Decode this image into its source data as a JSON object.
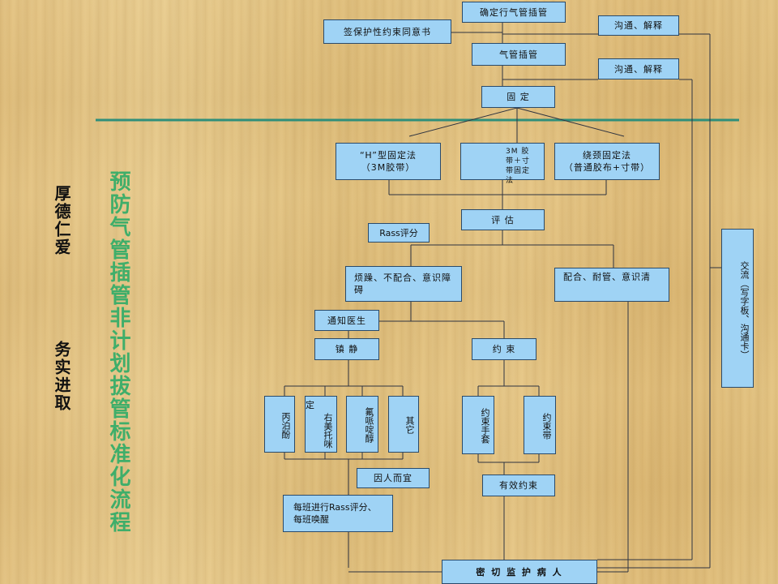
{
  "sidebar": {
    "motto1": "厚德仁爱",
    "motto2": "务实进取",
    "title": "预防气管插管非计划拔管标准化流程"
  },
  "flow": {
    "confirm": "确定行气管插管",
    "consent": "签保护性约束同意书",
    "comm1": "沟通、解释",
    "intubate": "气管插管",
    "comm2": "沟通、解释",
    "fix": "固 定",
    "fix_h": "“H”型固定法\n（3M胶带）",
    "fix_3m": "3M 胶带＋寸带固定法",
    "fix_neck": "绕颈固定法\n（普通胶布+寸带）",
    "assess": "评 估",
    "rass": "Rass评分",
    "agitated": "烦躁、不配合、意识障碍",
    "calm": "配合、耐管、意识清",
    "notify": "通知医生",
    "sedate": "镇 静",
    "restrain": "约 束",
    "drug1": "丙泊酚",
    "drug2_top": "定",
    "drug2": "右美托咪",
    "drug3": "氟哌啶醇",
    "drug4": "其它",
    "r_gloves": "约束手套",
    "r_belt": "约束带",
    "individual": "因人而宜",
    "effective": "有效约束",
    "shift": "每班进行Rass评分、\n每班唤醒",
    "monitor": "密 切 监 护 病 人",
    "exchange": "交流（写字板、沟通卡）"
  }
}
